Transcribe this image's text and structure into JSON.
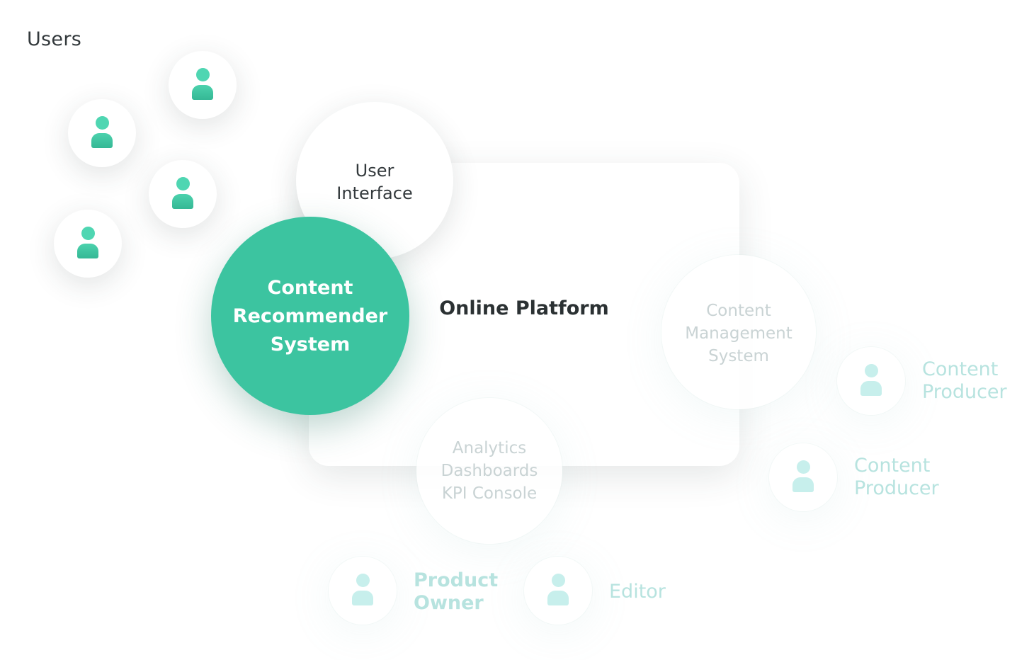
{
  "colors": {
    "accent": "#3cc4a0",
    "user_icon": "#4fd6b2",
    "pale_icon": "#c7efec",
    "text_dark": "#2b3133",
    "text_faint": "#c9d3d4",
    "text_pale": "#b7e3df"
  },
  "users": {
    "title": "Users",
    "icons": [
      "person-icon",
      "person-icon",
      "person-icon",
      "person-icon"
    ]
  },
  "platform": {
    "label": "Online Platform"
  },
  "user_interface": {
    "line1": "User",
    "line2": "Interface"
  },
  "recommender": {
    "line1": "Content",
    "line2": "Recommender",
    "line3": "System"
  },
  "cms": {
    "line1": "Content",
    "line2": "Management",
    "line3": "System"
  },
  "analytics": {
    "line1": "Analytics",
    "line2": "Dashboards",
    "line3": "KPI Console"
  },
  "roles": {
    "producer_1": {
      "line1": "Content",
      "line2": "Producer"
    },
    "producer_2": {
      "line1": "Content",
      "line2": "Producer"
    },
    "product_owner": {
      "line1": "Product",
      "line2": "Owner"
    },
    "editor": {
      "line1": "Editor"
    }
  }
}
